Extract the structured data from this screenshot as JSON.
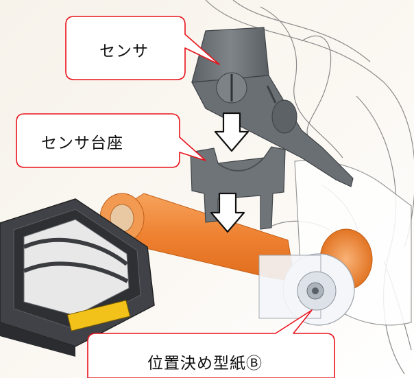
{
  "callouts": {
    "sensor": "センサ",
    "sensor_base": "センサ台座",
    "positioning_template": "位置決め型紙Ⓑ"
  },
  "colors": {
    "callout_border": "#e8121b",
    "callout_fill": "#ffffff",
    "crank_orange": "#f08a3a",
    "sensor_gray": "#6f7479",
    "pedal_dark": "#3c3e42",
    "reflector_yellow": "#f2c21a",
    "template_disc": "#f4f6fa"
  },
  "icons": {
    "assembly_arrow": "down-arrow-outline-icon"
  }
}
